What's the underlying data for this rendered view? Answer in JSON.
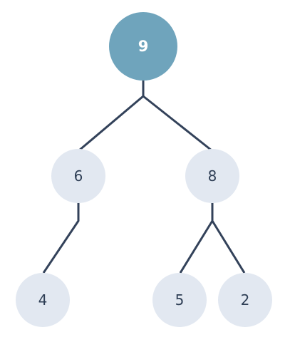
{
  "diagram": {
    "type": "binary-tree",
    "colors": {
      "root_fill": "#6fa4bc",
      "root_text": "#ffffff",
      "node_fill": "#e2e8f1",
      "node_text": "#2e3e55",
      "edge": "#33425a"
    },
    "nodes": [
      {
        "id": "n9",
        "label": "9",
        "level": 0,
        "role": "root"
      },
      {
        "id": "n6",
        "label": "6",
        "level": 1,
        "parent": "n9"
      },
      {
        "id": "n8",
        "label": "8",
        "level": 1,
        "parent": "n9"
      },
      {
        "id": "n4",
        "label": "4",
        "level": 2,
        "parent": "n6"
      },
      {
        "id": "n5",
        "label": "5",
        "level": 2,
        "parent": "n8"
      },
      {
        "id": "n2",
        "label": "2",
        "level": 2,
        "parent": "n8"
      }
    ],
    "edges": [
      {
        "from": "n9",
        "to": "n6"
      },
      {
        "from": "n9",
        "to": "n8"
      },
      {
        "from": "n6",
        "to": "n4"
      },
      {
        "from": "n8",
        "to": "n5"
      },
      {
        "from": "n8",
        "to": "n2"
      }
    ]
  }
}
